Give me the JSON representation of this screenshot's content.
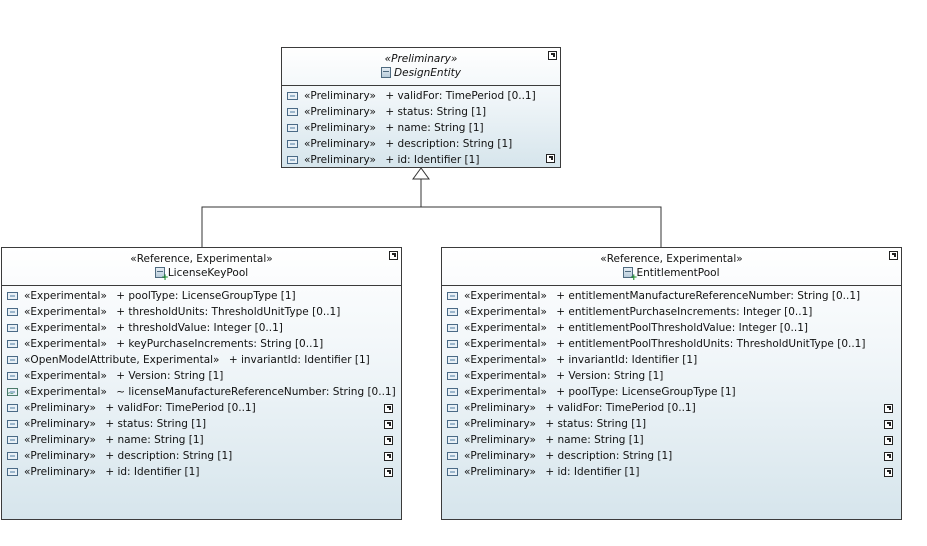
{
  "classes": {
    "design_entity": {
      "stereotype": "«Preliminary»",
      "name": "DesignEntity",
      "attributes": [
        {
          "stereotype": "«Preliminary»",
          "text": "+ validFor: TimePeriod [0..1]"
        },
        {
          "stereotype": "«Preliminary»",
          "text": "+ status: String [1]"
        },
        {
          "stereotype": "«Preliminary»",
          "text": "+ name: String [1]"
        },
        {
          "stereotype": "«Preliminary»",
          "text": "+ description: String [1]"
        },
        {
          "stereotype": "«Preliminary»",
          "text": "+ id: Identifier [1]"
        }
      ]
    },
    "license_key_pool": {
      "stereotype": "«Reference, Experimental»",
      "name": "LicenseKeyPool",
      "attributes": [
        {
          "stereotype": "«Experimental»",
          "text": "+ poolType: LicenseGroupType [1]"
        },
        {
          "stereotype": "«Experimental»",
          "text": "+ thresholdUnits: ThresholdUnitType [0..1]"
        },
        {
          "stereotype": "«Experimental»",
          "text": "+ thresholdValue: Integer [0..1]"
        },
        {
          "stereotype": "«Experimental»",
          "text": "+ keyPurchaseIncrements: String [0..1]"
        },
        {
          "stereotype": "«OpenModelAttribute, Experimental»",
          "text": "+ invariantId: Identifier [1]"
        },
        {
          "stereotype": "«Experimental»",
          "text": "+ Version: String [1]"
        },
        {
          "stereotype": "«Experimental»",
          "text": "~ licenseManufactureReferenceNumber: String [0..1]"
        },
        {
          "stereotype": "«Preliminary»",
          "text": "+ validFor: TimePeriod [0..1]"
        },
        {
          "stereotype": "«Preliminary»",
          "text": "+ status: String [1]"
        },
        {
          "stereotype": "«Preliminary»",
          "text": "+ name: String [1]"
        },
        {
          "stereotype": "«Preliminary»",
          "text": "+ description: String [1]"
        },
        {
          "stereotype": "«Preliminary»",
          "text": "+ id: Identifier [1]"
        }
      ]
    },
    "entitlement_pool": {
      "stereotype": "«Reference, Experimental»",
      "name": "EntitlementPool",
      "attributes": [
        {
          "stereotype": "«Experimental»",
          "text": "+ entitlementManufactureReferenceNumber: String [0..1]"
        },
        {
          "stereotype": "«Experimental»",
          "text": "+ entitlementPurchaseIncrements: Integer [0..1]"
        },
        {
          "stereotype": "«Experimental»",
          "text": "+ entitlementPoolThresholdValue: Integer [0..1]"
        },
        {
          "stereotype": "«Experimental»",
          "text": "+ entitlementPoolThresholdUnits: ThresholdUnitType [0..1]"
        },
        {
          "stereotype": "«Experimental»",
          "text": "+ invariantId: Identifier [1]"
        },
        {
          "stereotype": "«Experimental»",
          "text": "+ Version: String [1]"
        },
        {
          "stereotype": "«Experimental»",
          "text": "+ poolType: LicenseGroupType [1]"
        },
        {
          "stereotype": "«Preliminary»",
          "text": "+ validFor: TimePeriod [0..1]"
        },
        {
          "stereotype": "«Preliminary»",
          "text": "+ status: String [1]"
        },
        {
          "stereotype": "«Preliminary»",
          "text": "+ name: String [1]"
        },
        {
          "stereotype": "«Preliminary»",
          "text": "+ description: String [1]"
        },
        {
          "stereotype": "«Preliminary»",
          "text": "+ id: Identifier [1]"
        }
      ]
    }
  }
}
